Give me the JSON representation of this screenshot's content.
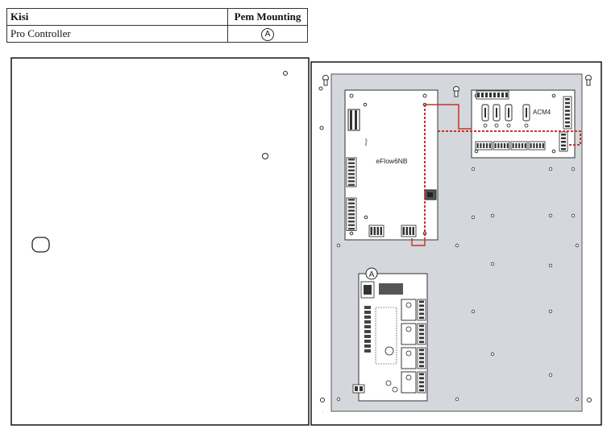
{
  "table": {
    "headers": [
      "Kisi",
      "Pem Mounting"
    ],
    "rows": [
      {
        "item": "Pro Controller",
        "mounting": "A"
      }
    ]
  },
  "diagram": {
    "eflow_label": "eFlow6NB",
    "acm_label": "ACM4",
    "callout_letter": "A",
    "wire_color": "#c8342a",
    "panel_color": "#d4d7db"
  }
}
